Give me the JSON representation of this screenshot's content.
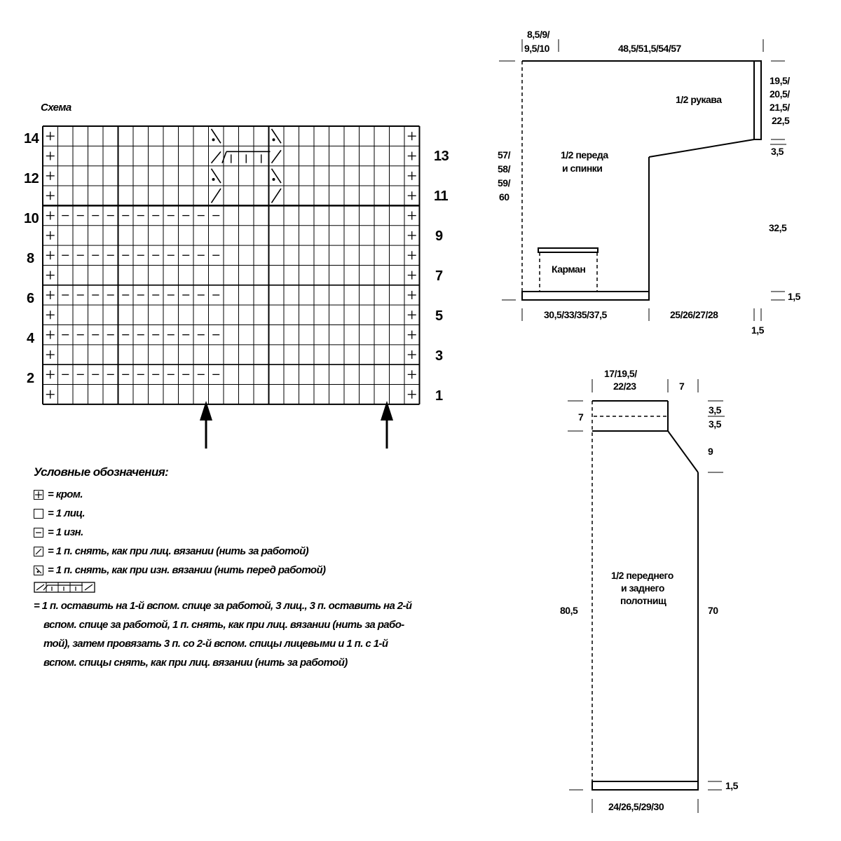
{
  "chart": {
    "title": "Схема",
    "row_numbers_left": [
      "14",
      "12",
      "10",
      "8",
      "6",
      "4",
      "2"
    ],
    "row_numbers_right": [
      "13",
      "11",
      "9",
      "7",
      "5",
      "3",
      "1"
    ],
    "columns": 25,
    "rows": 14
  },
  "legend": {
    "title": "Условные обозначения:",
    "items": [
      {
        "symbol": "edge-stitch-icon",
        "text": "= кром."
      },
      {
        "symbol": "knit-stitch-icon",
        "text": "= 1 лиц."
      },
      {
        "symbol": "purl-stitch-icon",
        "text": "= 1 изн."
      },
      {
        "symbol": "slip-knitwise-icon",
        "text": "= 1 п. снять, как при лиц. вязании (нить за работой)"
      },
      {
        "symbol": "slip-purlwise-icon",
        "text": "= 1 п. снять, как при изн. вязании (нить перед работой)"
      }
    ],
    "cable_description_lines": [
      "= 1 п. оставить на 1-й вспом. спице за работой, 3 лиц., 3 п. оставить на 2-й",
      "вспом. спице за работой, 1 п. снять, как при лиц. вязании (нить за рабо-",
      "той), затем провязать 3 п. со 2-й вспом. спицы лицевыми и 1 п. с 1-й",
      "вспом. спицы снять, как при лиц. вязании (нить за работой)"
    ]
  },
  "body_pattern": {
    "top_dim_left_line1": "8,5/9/",
    "top_dim_left_line2": "9,5/10",
    "top_dim_main": "48,5/51,5/54/57",
    "sleeve_label": "1/2 рукава",
    "body_label_line1": "1/2 переда",
    "body_label_line2": "и спинки",
    "pocket_label": "Карман",
    "height_lines": [
      "57/",
      "58/",
      "59/",
      "60"
    ],
    "cuff_lines": [
      "19,5/",
      "20,5/",
      "21,5/",
      "22,5"
    ],
    "dim_3_5": "3,5",
    "dim_32_5": "32,5",
    "dim_1_5_right": "1,5",
    "bottom_dim_left": "30,5/33/35/37,5",
    "bottom_dim_right": "25/26/27/28",
    "bottom_dim_small": "1,5"
  },
  "front_pattern": {
    "top_dim_line1": "17/19,5/",
    "top_dim_line2": "22/23",
    "top_dim_right": "7",
    "left_dim_7": "7",
    "dim_3_5_a": "3,5",
    "dim_3_5_b": "3,5",
    "dim_9": "9",
    "label_line1": "1/2 переднего",
    "label_line2": "и заднего",
    "label_line3": "полотнищ",
    "left_dim_80_5": "80,5",
    "right_dim_70": "70",
    "dim_1_5": "1,5",
    "bottom_dim": "24/26,5/29/30"
  }
}
